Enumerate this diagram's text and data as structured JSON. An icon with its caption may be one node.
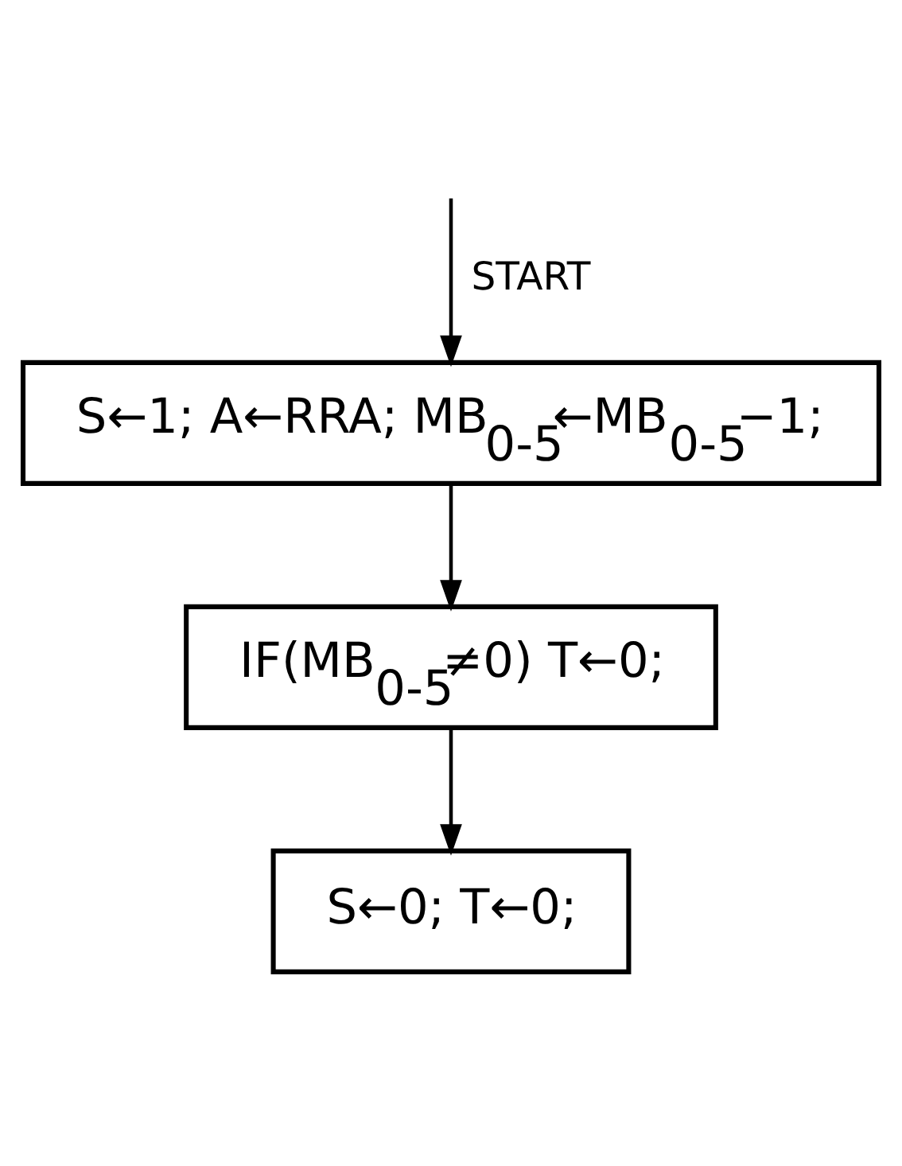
{
  "diagram": {
    "nodes": [
      {
        "text": [
          "S←1; A←RRA; MB$_{0-5}$←MB$_{0-5}$−1;"
        ]
      },
      {
        "text": [
          "IF(MB$_{0-5}$≠0) T←0;"
        ]
      },
      {
        "text": [
          "S←0; T←0;"
        ]
      }
    ],
    "edges": [
      {
        "from": null,
        "to": 0,
        "arrow": "to",
        "label": "START"
      },
      {
        "from": 0,
        "to": 1,
        "arrow": "to"
      },
      {
        "from": 1,
        "to": 2,
        "arrow": "to"
      }
    ]
  }
}
